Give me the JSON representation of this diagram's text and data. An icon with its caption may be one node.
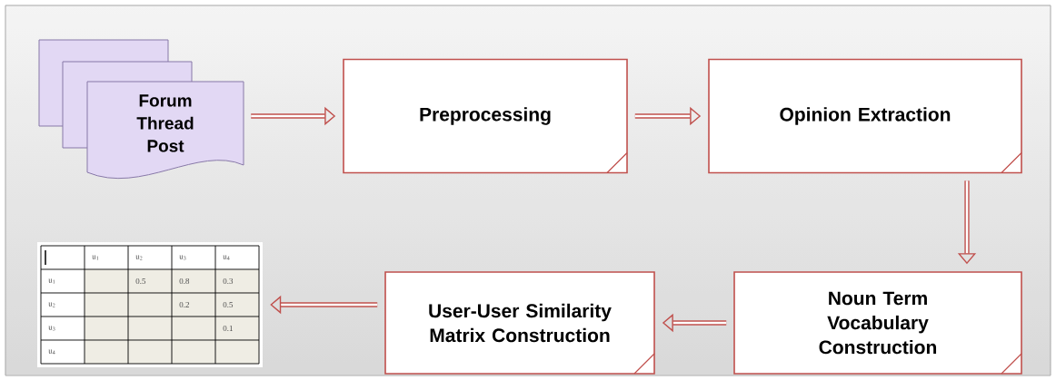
{
  "diagram": {
    "nodes": [
      {
        "text": [
          "Forum Thread Post"
        ]
      },
      {
        "text": [
          "Preprocessing"
        ]
      },
      {
        "text": [
          "Opinion Extraction"
        ]
      },
      {
        "text": [
          "Noun  Term Vocabulary Construction"
        ]
      },
      {
        "text": [
          "User-User Similarity Matrix Construction"
        ]
      },
      {
        "text": [],
        "shape": "picture"
      }
    ],
    "edges": [
      {
        "from": 0,
        "to": 1,
        "arrow": "to"
      },
      {
        "from": 1,
        "to": 2,
        "arrow": "to"
      },
      {
        "from": 2,
        "to": 3,
        "arrow": "to"
      },
      {
        "from": 3,
        "to": 4,
        "arrow": "to"
      },
      {
        "from": 4,
        "to": 5,
        "arrow": "to"
      }
    ],
    "labels": [
      "u$_{1}$",
      "u$_{2}$",
      "u$_{3}$",
      "u$_{4}$",
      "u$_{1}$",
      "0.5",
      "0.8",
      "0.3",
      "u$_{2}$",
      "0.2",
      "0.5",
      "u$_{3}$",
      "0.1",
      "u$_{4}$"
    ]
  }
}
